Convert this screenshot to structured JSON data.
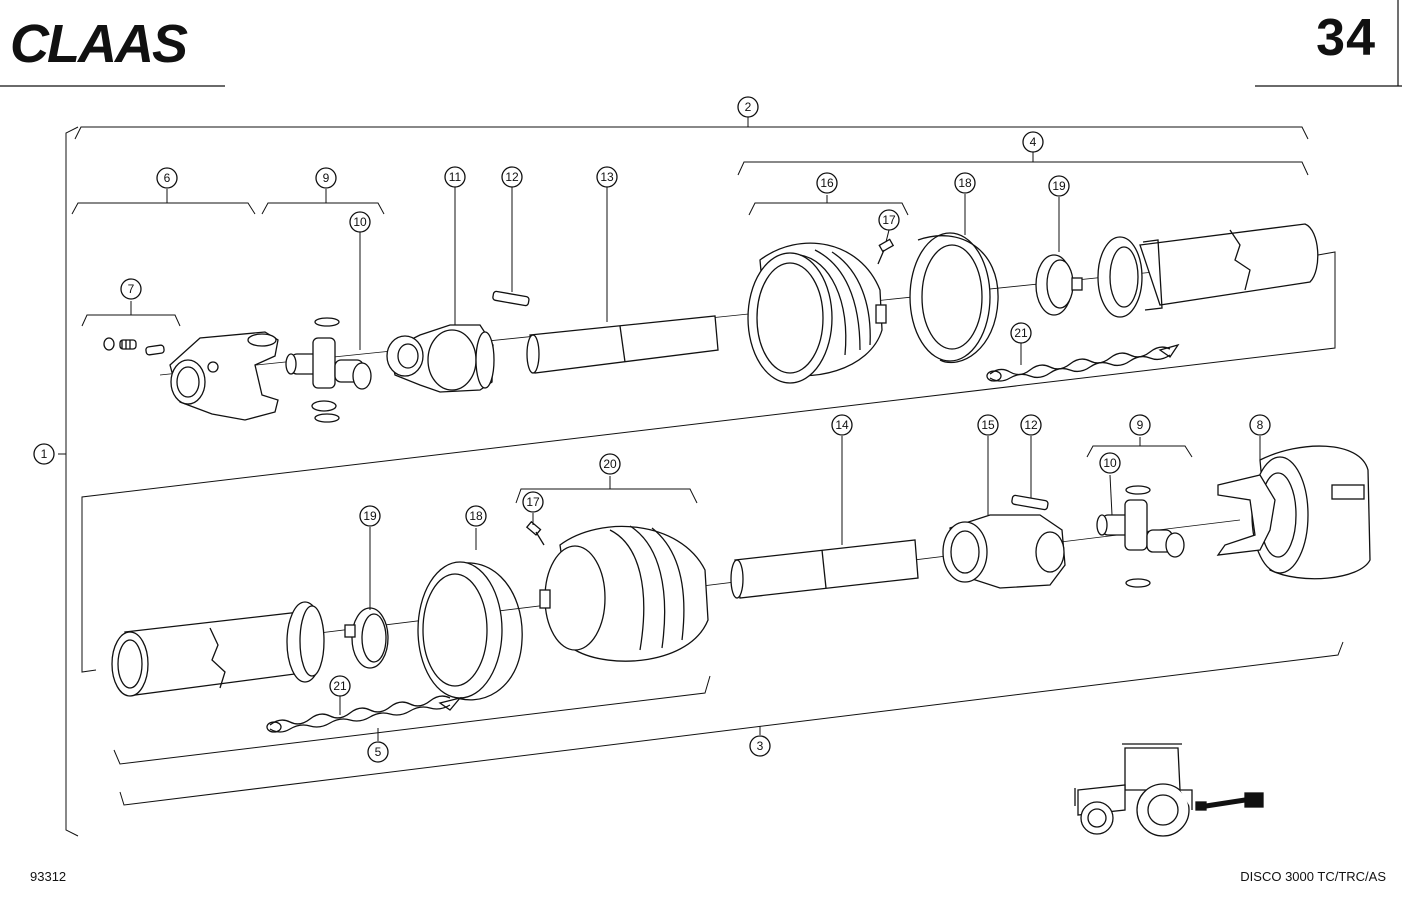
{
  "header": {
    "logo_text": "CLAAS",
    "page_number": "34"
  },
  "footer": {
    "drawing_number": "93312",
    "model": "DISCO 3000 TC/TRC/AS"
  },
  "callouts": {
    "c1": "1",
    "c2": "2",
    "c3": "3",
    "c4": "4",
    "c5": "5",
    "c6": "6",
    "c7": "7",
    "c8": "8",
    "c9a": "9",
    "c9b": "9",
    "c10a": "10",
    "c10b": "10",
    "c11": "11",
    "c12a": "12",
    "c12b": "12",
    "c13": "13",
    "c14": "14",
    "c15": "15",
    "c16": "16",
    "c17a": "17",
    "c17b": "17",
    "c18a": "18",
    "c18b": "18",
    "c19a": "19",
    "c19b": "19",
    "c20": "20",
    "c21a": "21",
    "c21b": "21"
  },
  "colors": {
    "ink": "#111111",
    "paper": "#ffffff"
  },
  "icons": [
    "tractor-icon",
    "driveshaft-icon"
  ]
}
